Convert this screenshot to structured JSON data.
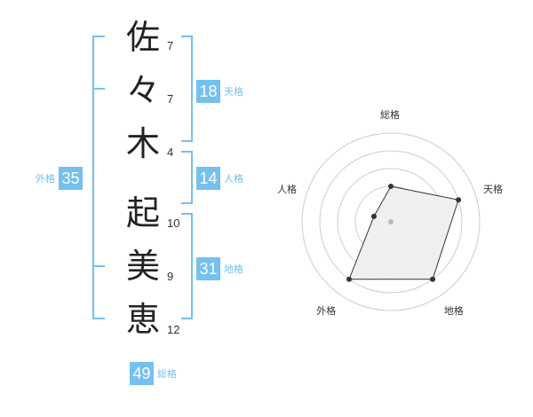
{
  "name": {
    "characters": [
      {
        "char": "佐",
        "strokes": "7"
      },
      {
        "char": "々",
        "strokes": "7"
      },
      {
        "char": "木",
        "strokes": "4"
      },
      {
        "char": "起",
        "strokes": "10"
      },
      {
        "char": "美",
        "strokes": "9"
      },
      {
        "char": "恵",
        "strokes": "12"
      }
    ]
  },
  "scores": {
    "tenkaku": {
      "value": "18",
      "label": "天格"
    },
    "jinkaku": {
      "value": "14",
      "label": "人格"
    },
    "chikaku": {
      "value": "31",
      "label": "地格"
    },
    "gaikaku": {
      "value": "35",
      "label": "外格"
    },
    "soukaku": {
      "value": "49",
      "label": "総格"
    }
  },
  "colors": {
    "accent": "#74c0ef",
    "radar_fill": "#eeeeee",
    "radar_stroke": "#333333"
  },
  "chart_data": {
    "type": "radar",
    "axes": [
      "総格",
      "天格",
      "地格",
      "外格",
      "人格"
    ],
    "max": 5,
    "rings": 5,
    "values": [
      2,
      4,
      4,
      4,
      1
    ]
  }
}
